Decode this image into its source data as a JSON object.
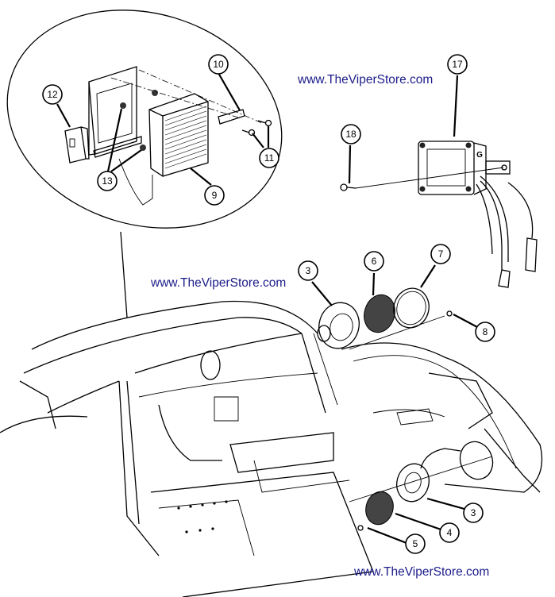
{
  "watermark": "www.TheViperStore.com",
  "watermarks": [
    {
      "text": "www.TheViperStore.com"
    },
    {
      "text": "www.TheViperStore.com"
    },
    {
      "text": "www.TheViperStore.com"
    }
  ],
  "diagram": {
    "subject": "Audio amplifier and speaker assembly, interior rear panel",
    "callouts": [
      {
        "number": "3",
        "part": "Speaker (upper)"
      },
      {
        "number": "6",
        "part": "Speaker grille"
      },
      {
        "number": "7",
        "part": "Speaker trim ring"
      },
      {
        "number": "8",
        "part": "Screw"
      },
      {
        "number": "3",
        "part": "Speaker (lower)"
      },
      {
        "number": "4",
        "part": "Speaker grille"
      },
      {
        "number": "5",
        "part": "Screw"
      },
      {
        "number": "9",
        "part": "Amplifier"
      },
      {
        "number": "10",
        "part": "Bracket"
      },
      {
        "number": "11",
        "part": "Screws"
      },
      {
        "number": "12",
        "part": "Connector"
      },
      {
        "number": "13",
        "part": "Nuts"
      },
      {
        "number": "17",
        "part": "Module"
      },
      {
        "number": "18",
        "part": "Screw"
      }
    ]
  }
}
